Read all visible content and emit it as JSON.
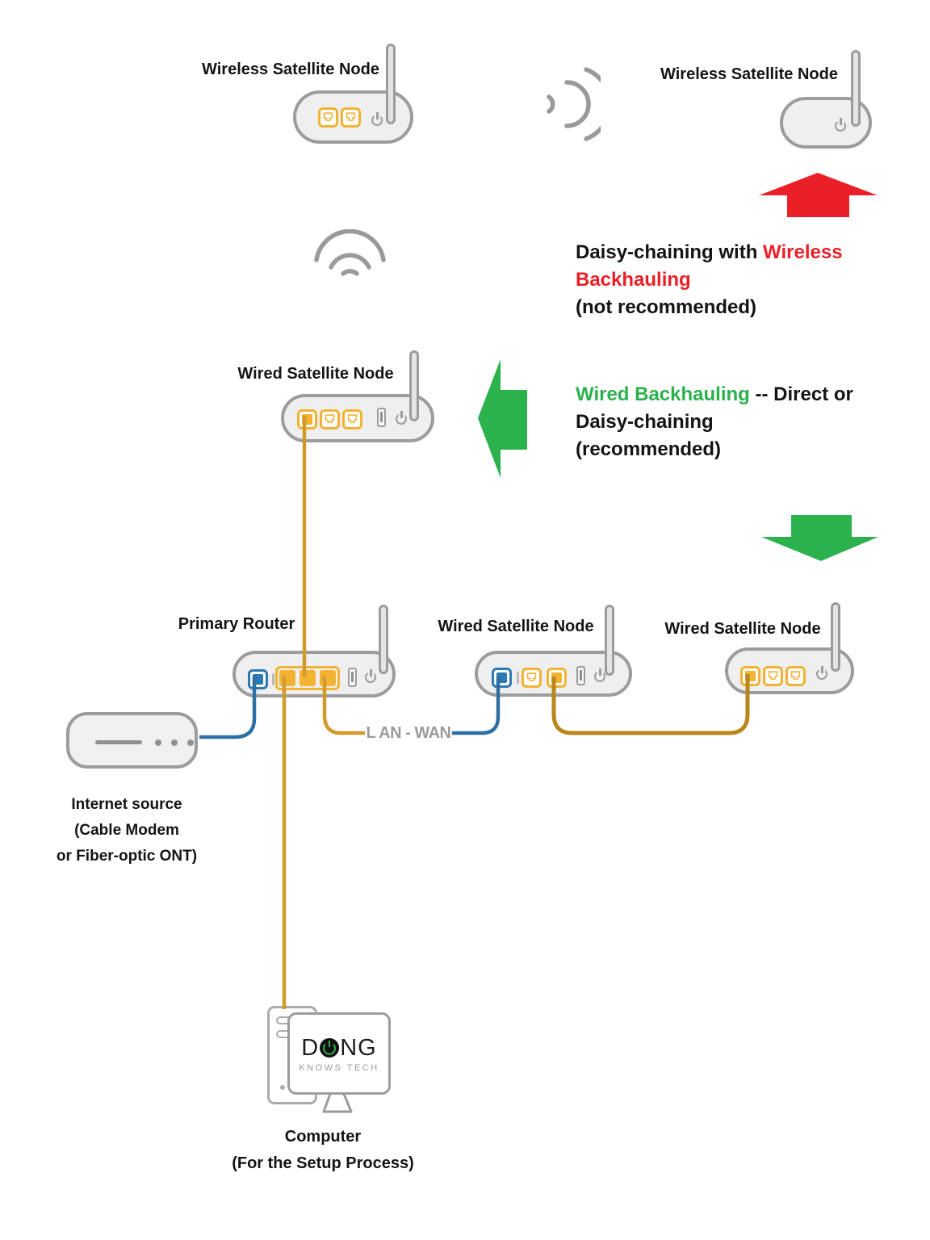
{
  "colors": {
    "red": "#EB1F27",
    "green": "#2BB24C",
    "port_yellow": "#F2B333",
    "port_blue": "#2C79B4",
    "cable_gold": "#D29A2C",
    "cable_dark_gold": "#B8861B",
    "cable_blue": "#2E6FA4",
    "device_border": "#9C9C9C",
    "device_fill": "#EFEFEF",
    "label_gray": "#9B9B9B",
    "logo_green": "#2BB24C"
  },
  "labels": {
    "wireless_satellite_left": "Wireless Satellite Node",
    "wireless_satellite_right": "Wireless Satellite Node",
    "wired_satellite_top": "Wired Satellite Node",
    "primary_router": "Primary Router",
    "wired_satellite_mid": "Wired Satellite Node",
    "wired_satellite_far": "Wired Satellite Node",
    "internet_source_line1": "Internet source",
    "internet_source_line2": "(Cable Modem",
    "internet_source_line3": "or Fiber-optic ONT)",
    "computer_line1": "Computer",
    "computer_line2": "(For the Setup Process)",
    "cable_label": "L AN - WAN"
  },
  "annotations": {
    "wireless_backhaul": {
      "prefix": "Daisy-chaining with",
      "highlight_line1": "Wireless",
      "highlight_line2": "Backhauling",
      "note": "(not recommended)"
    },
    "wired_backhaul": {
      "highlight": "Wired Backhauling",
      "suffix": "-- Direct or",
      "line2": "Daisy-chaining",
      "note": "(recommended)"
    }
  },
  "logo": {
    "part1": "D",
    "part2": "NG",
    "subtitle": "KNOWS TECH"
  },
  "icons": {
    "wifi_signal": "radio-waves-right",
    "wifi_fan": "wifi-arcs",
    "power": "power-symbol",
    "usb": "usb-port",
    "ethernet_jack": "rj45-port",
    "red_arrow": "arrow-up",
    "green_arrow_left": "arrow-left",
    "green_arrow_down": "arrow-down"
  }
}
